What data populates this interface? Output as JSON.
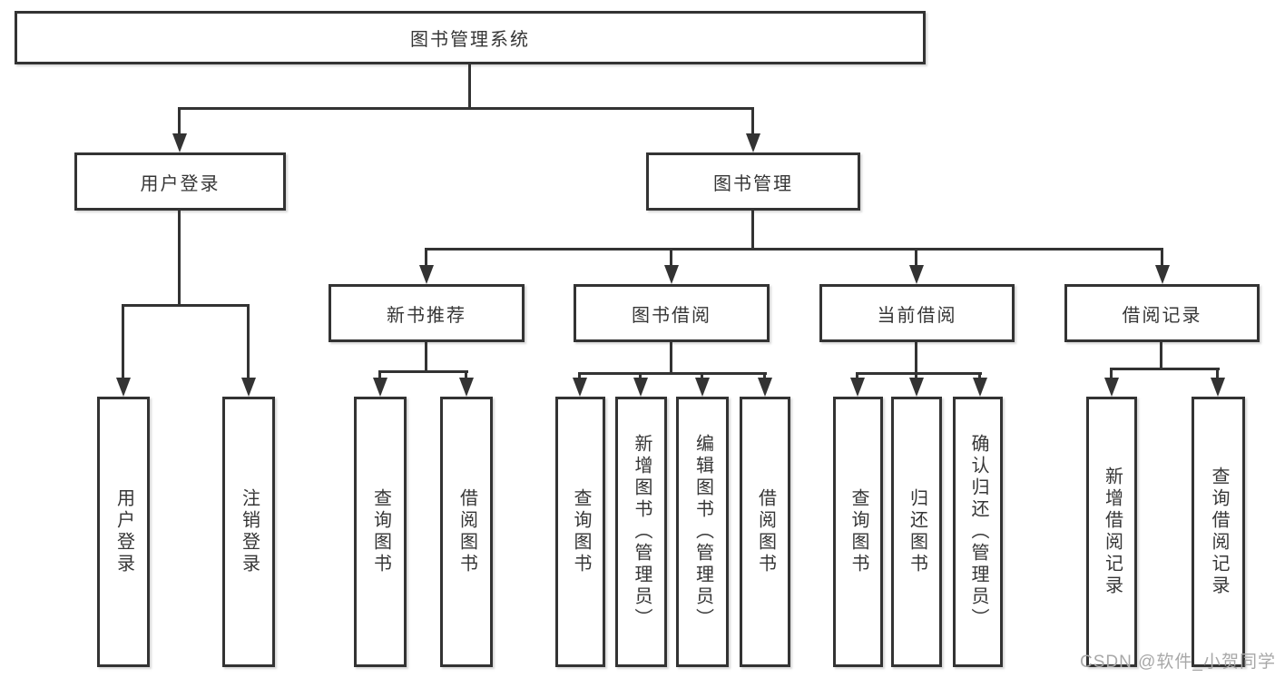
{
  "diagram": {
    "tree": {
      "label": "图书管理系统",
      "children": [
        {
          "label": "用户登录",
          "children": [
            {
              "label": "用户登录"
            },
            {
              "label": "注销登录"
            }
          ]
        },
        {
          "label": "图书管理",
          "children": [
            {
              "label": "新书推荐",
              "children": [
                {
                  "label": "查询图书"
                },
                {
                  "label": "借阅图书"
                }
              ]
            },
            {
              "label": "图书借阅",
              "children": [
                {
                  "label": "查询图书"
                },
                {
                  "label": "新增图书（管理员）"
                },
                {
                  "label": "编辑图书（管理员）"
                },
                {
                  "label": "借阅图书"
                }
              ]
            },
            {
              "label": "当前借阅",
              "children": [
                {
                  "label": "查询图书"
                },
                {
                  "label": "归还图书"
                },
                {
                  "label": "确认归还（管理员）"
                }
              ]
            },
            {
              "label": "借阅记录",
              "children": [
                {
                  "label": "新增借阅记录"
                },
                {
                  "label": "查询借阅记录"
                }
              ]
            }
          ]
        }
      ]
    },
    "watermark": "CSDN @软件_小贺同学",
    "colors": {
      "line": "#333333",
      "text": "#363636",
      "watermark": "#a8a8a8",
      "background": "#ffffff"
    }
  }
}
